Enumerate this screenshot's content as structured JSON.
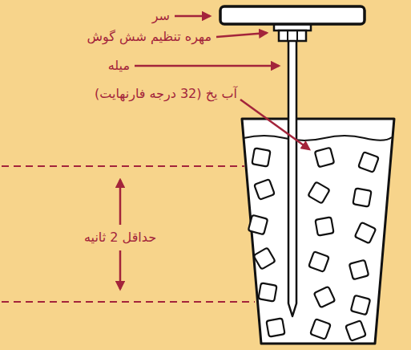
{
  "diagram": {
    "labels": [
      "سر",
      "مهره تنظیم شش گوش",
      "میله",
      "آب یخ (32 درجه فارنهایت)",
      "حداقل 2 ثانیه"
    ]
  }
}
